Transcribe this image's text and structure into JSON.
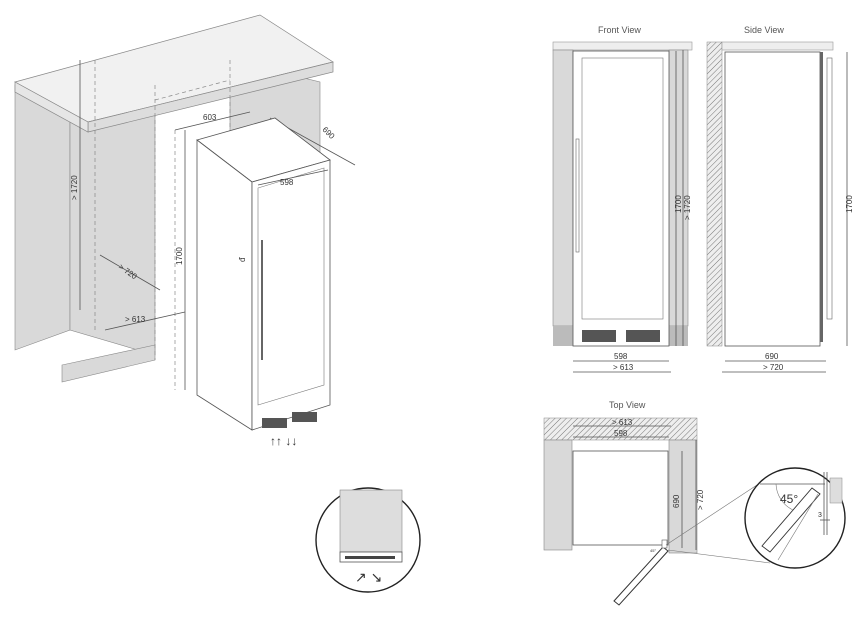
{
  "views": {
    "front_title": "Front View",
    "side_title": "Side View",
    "top_title": "Top View"
  },
  "iso": {
    "d_1720": "> 1720",
    "d_603": "603",
    "d_690": "690",
    "d_598": "598",
    "d_720": "> 720",
    "d_1700": "1700",
    "d_613": "> 613"
  },
  "front": {
    "h_1700": "1700",
    "h_1720": "> 1720",
    "w_598": "598",
    "w_613": "> 613"
  },
  "side": {
    "h_1700": "1700",
    "d_690": "690",
    "d_720": "> 720"
  },
  "top": {
    "w_613": "> 613",
    "w_598": "598",
    "d_690": "690",
    "d_720": "> 720",
    "angle_small": "45°",
    "angle": "45°",
    "gap": "3"
  }
}
